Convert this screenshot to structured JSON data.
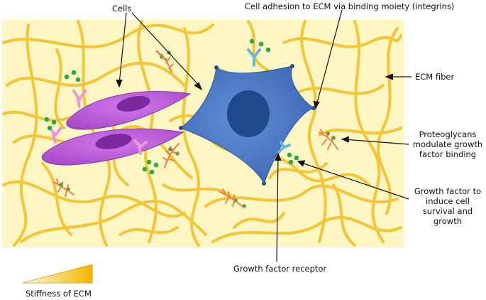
{
  "labels": {
    "cells": "Cells",
    "cell_adhesion": "Cell adhesion to ECM via binding moiety (integrins)",
    "ecm_fiber": "ECM fiber",
    "proteoglycans": "Proteoglycans modulate growth factor binding",
    "growth_factor": "Growth factor to induce cell survival and growth",
    "growth_factor_receptor": "Growth factor receptor",
    "stiffness": "Stiffness of ECM"
  },
  "colors": {
    "ecm_background": "#fff6c4",
    "ecm_fiber": "#f4c430",
    "purple_cell": "#c060d8",
    "purple_nucleus": "#7a2a9e",
    "blue_cell": "#4a78c4",
    "blue_nucleus": "#1f4a8c",
    "integrin": "#e89ad8",
    "receptor": "#6ab4e0",
    "growth_factor": "#2ea84a",
    "proteoglycan": "#f07a40"
  }
}
